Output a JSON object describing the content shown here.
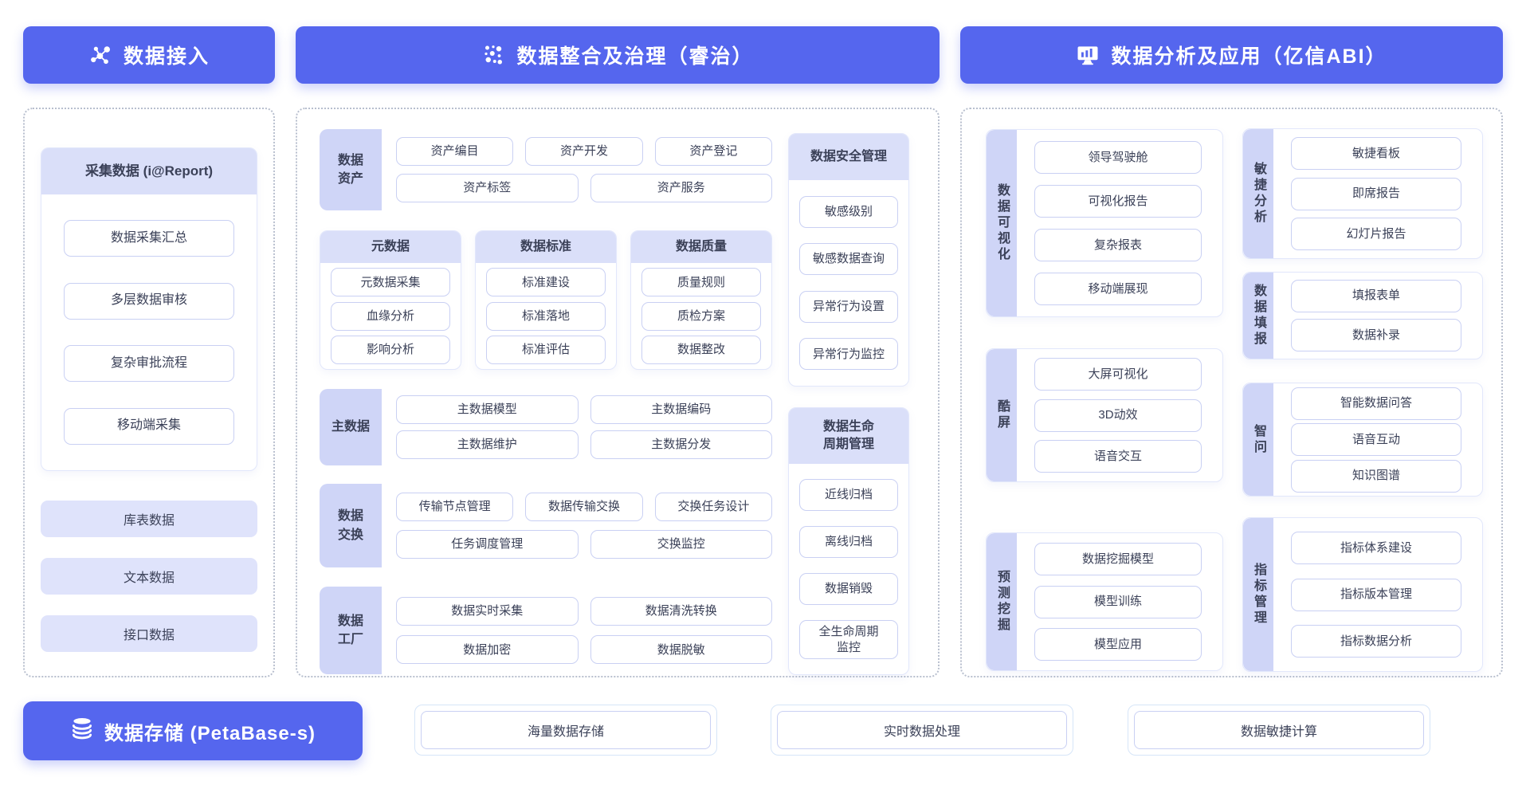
{
  "headers": {
    "access": {
      "label": "数据接入",
      "icon": "network-icon"
    },
    "governance": {
      "label": "数据整合及治理（睿治）",
      "icon": "molecule-icon"
    },
    "analysis": {
      "label": "数据分析及应用（亿信ABI）",
      "icon": "monitor-chart-icon"
    }
  },
  "access": {
    "report_card": {
      "title": "采集数据 (i@Report)",
      "items": [
        "数据采集汇总",
        "多层数据审核",
        "复杂审批流程",
        "移动端采集"
      ]
    },
    "data_sources": [
      "库表数据",
      "文本数据",
      "接口数据"
    ]
  },
  "governance": {
    "asset_group": {
      "label": "数据\n资产",
      "rows": [
        [
          "资产编目",
          "资产开发",
          "资产登记"
        ],
        [
          "资产标签",
          "资产服务"
        ]
      ]
    },
    "cards": [
      {
        "title": "元数据",
        "items": [
          "元数据采集",
          "血缘分析",
          "影响分析"
        ]
      },
      {
        "title": "数据标准",
        "items": [
          "标准建设",
          "标准落地",
          "标准评估"
        ]
      },
      {
        "title": "数据质量",
        "items": [
          "质量规则",
          "质检方案",
          "数据整改"
        ]
      }
    ],
    "master_group": {
      "label": "主数据",
      "rows": [
        [
          "主数据模型",
          "主数据编码"
        ],
        [
          "主数据维护",
          "主数据分发"
        ]
      ]
    },
    "exchange_group": {
      "label": "数据\n交换",
      "rows": [
        [
          "传输节点管理",
          "数据传输交换",
          "交换任务设计"
        ],
        [
          "任务调度管理",
          "交换监控"
        ]
      ]
    },
    "factory_group": {
      "label": "数据\n工厂",
      "rows": [
        [
          "数据实时采集",
          "数据清洗转换"
        ],
        [
          "数据加密",
          "数据脱敏"
        ]
      ]
    },
    "security_card": {
      "title": "数据安全管理",
      "items": [
        "敏感级别",
        "敏感数据查询",
        "异常行为设置",
        "异常行为监控"
      ]
    },
    "lifecycle_card": {
      "title": "数据生命\n周期管理",
      "items": [
        "近线归档",
        "离线归档",
        "数据销毁",
        "全生命周期\n监控"
      ]
    }
  },
  "analysis": {
    "left_groups": [
      {
        "label": "数据可视化",
        "items": [
          "领导驾驶舱",
          "可视化报告",
          "复杂报表",
          "移动端展现"
        ]
      },
      {
        "label": "酷屏",
        "items": [
          "大屏可视化",
          "3D动效",
          "语音交互"
        ]
      },
      {
        "label": "预测挖掘",
        "items": [
          "数据挖掘模型",
          "模型训练",
          "模型应用"
        ]
      }
    ],
    "right_groups": [
      {
        "label": "敏捷分析",
        "items": [
          "敏捷看板",
          "即席报告",
          "幻灯片报告"
        ]
      },
      {
        "label": "数据填报",
        "items": [
          "填报表单",
          "数据补录"
        ]
      },
      {
        "label": "智问",
        "items": [
          "智能数据问答",
          "语音互动",
          "知识图谱"
        ]
      },
      {
        "label": "指标管理",
        "items": [
          "指标体系建设",
          "指标版本管理",
          "指标数据分析"
        ]
      }
    ]
  },
  "storage": {
    "label": "数据存储 (PetaBase-s)",
    "icon": "database-icon",
    "capabilities": [
      "海量数据存储",
      "实时数据处理",
      "数据敏捷计算"
    ]
  },
  "colors": {
    "accent": "#5566ee",
    "lav_label": "#cfd5f7",
    "lav_head": "#dadff9",
    "lav_bar": "#dfe3fb",
    "item_bd": "#c9d0f3",
    "text": "#3b4158"
  }
}
